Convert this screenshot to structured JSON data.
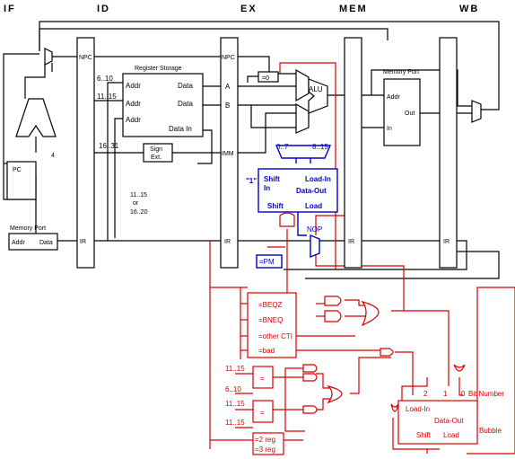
{
  "stages": [
    "IF",
    "ID",
    "EX",
    "MEM",
    "WB"
  ],
  "latches": {
    "npc": "NPC",
    "ir": "IR",
    "a": "A",
    "b": "B",
    "imm": "IMM"
  },
  "register_storage": {
    "title": "Register Storage",
    "addr": "Addr",
    "data": "Data",
    "data_in": "Data In"
  },
  "field_labels": {
    "rs": "6..10",
    "rt": "11..15",
    "imm_field": "16..31",
    "dest_line1": "11..15",
    "dest_line2": "or",
    "dest_line3": "16..20"
  },
  "sign_ext": {
    "line1": "Sign",
    "line2": "Ext."
  },
  "if_stage": {
    "pc": "PC",
    "increment": "4",
    "memory_port": "Memory Port",
    "addr": "Addr",
    "data": "Data"
  },
  "ex_stage": {
    "eq_zero": "=0",
    "alu": "ALU",
    "byte_lo": "0..7",
    "byte_hi": "8..15",
    "const_one": "\"1\"",
    "shift_in": "Shift",
    "shift_in2": "In",
    "load_in": "Load-In",
    "data_out": "Data-Out",
    "shift": "Shift",
    "load": "Load",
    "nop": "NOP",
    "pm": "=PM"
  },
  "mem_stage": {
    "memory_port": "Memory Port",
    "addr": "Addr",
    "out": "Out",
    "in": "In"
  },
  "control": {
    "decoder": [
      "=BEQZ",
      "=BNEQ",
      "=other CTI",
      "=bad"
    ],
    "cmp_a": "=",
    "cmp_b": "=",
    "cmp_a_in1": "11..15",
    "cmp_a_in2": "6..10",
    "cmp_b_in1": "11..15",
    "cmp_b_in2": "11..15",
    "reg_count_1": "=2 reg",
    "reg_count_2": "=3 reg",
    "bits": [
      "2",
      "1",
      "0"
    ],
    "bit_number": "Bit Number",
    "load_in": "Load-In",
    "data_out": "Data-Out",
    "shift": "Shift",
    "load": "Load",
    "bubble": "Bubble"
  }
}
